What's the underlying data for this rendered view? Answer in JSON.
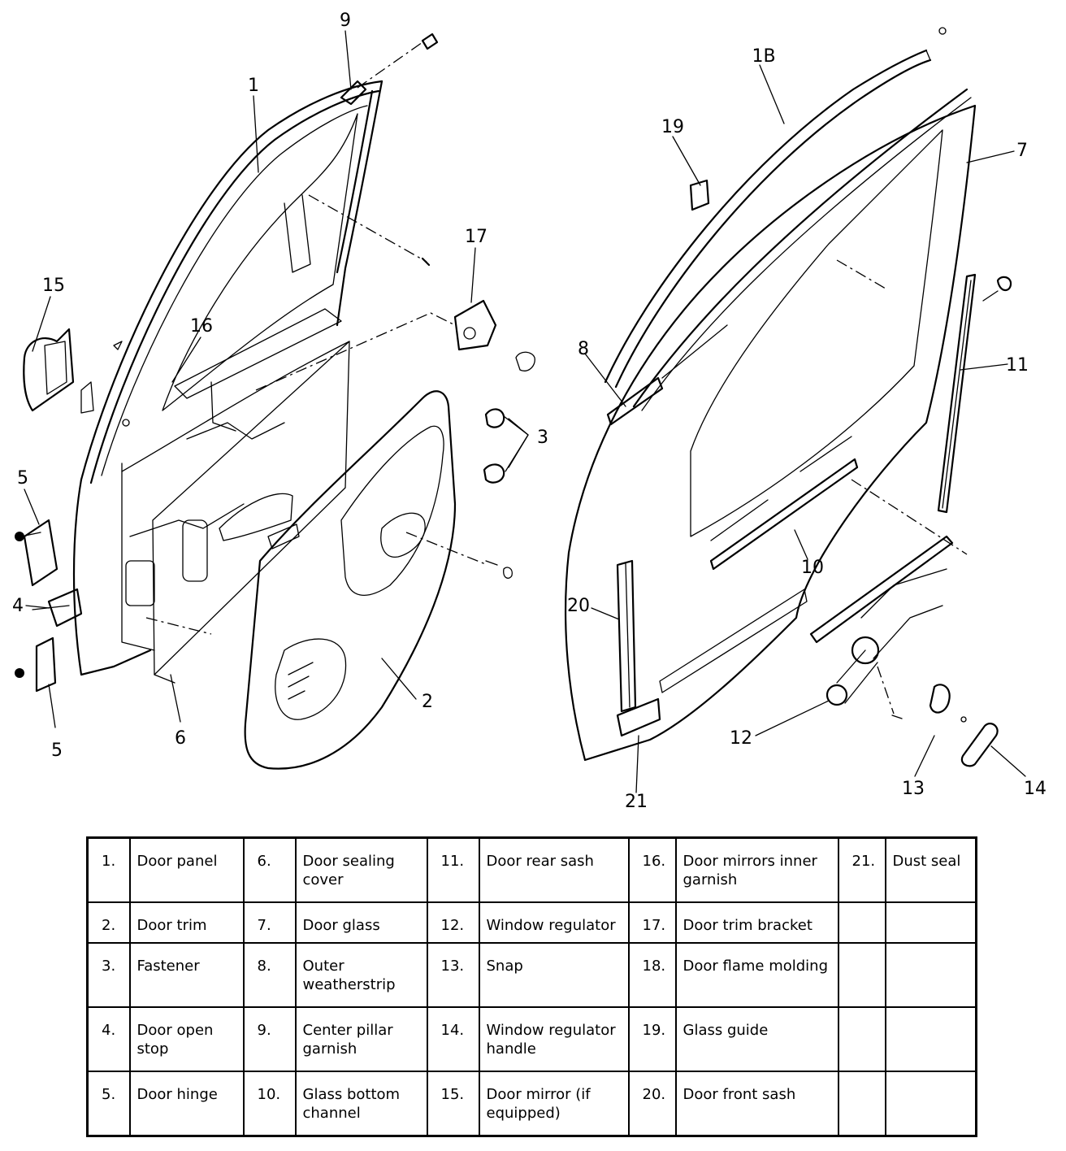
{
  "diagram": {
    "callouts": [
      "9",
      "1",
      "15",
      "16",
      "17",
      "3",
      "5",
      "4",
      "5",
      "6",
      "2",
      "1B",
      "19",
      "7",
      "8",
      "11",
      "10",
      "20",
      "12",
      "13",
      "14",
      "21"
    ]
  },
  "legend": {
    "rows": [
      [
        {
          "num": "1.",
          "name": "Door panel"
        },
        {
          "num": "6.",
          "name": "Door sealing cover"
        },
        {
          "num": "11.",
          "name": "Door rear sash"
        },
        {
          "num": "16.",
          "name": "Door mirrors inner garnish"
        },
        {
          "num": "21.",
          "name": "Dust seal"
        }
      ],
      [
        {
          "num": "2.",
          "name": "Door trim"
        },
        {
          "num": "7.",
          "name": "Door glass"
        },
        {
          "num": "12.",
          "name": "Window regulator"
        },
        {
          "num": "17.",
          "name": "Door trim bracket"
        },
        {
          "num": "",
          "name": ""
        }
      ],
      [
        {
          "num": "3.",
          "name": "Fastener"
        },
        {
          "num": "8.",
          "name": "Outer weatherstrip"
        },
        {
          "num": "13.",
          "name": "Snap"
        },
        {
          "num": "18.",
          "name": "Door flame molding"
        },
        {
          "num": "",
          "name": ""
        }
      ],
      [
        {
          "num": "4.",
          "name": "Door open stop"
        },
        {
          "num": "9.",
          "name": "Center pillar garnish"
        },
        {
          "num": "14.",
          "name": "Window regulator handle"
        },
        {
          "num": "19.",
          "name": "Glass guide"
        },
        {
          "num": "",
          "name": ""
        }
      ],
      [
        {
          "num": "5.",
          "name": "Door hinge"
        },
        {
          "num": "10.",
          "name": "Glass bottom channel"
        },
        {
          "num": "15.",
          "name": "Door mirror (if equipped)"
        },
        {
          "num": "20.",
          "name": "Door front sash"
        },
        {
          "num": "",
          "name": ""
        }
      ]
    ]
  }
}
